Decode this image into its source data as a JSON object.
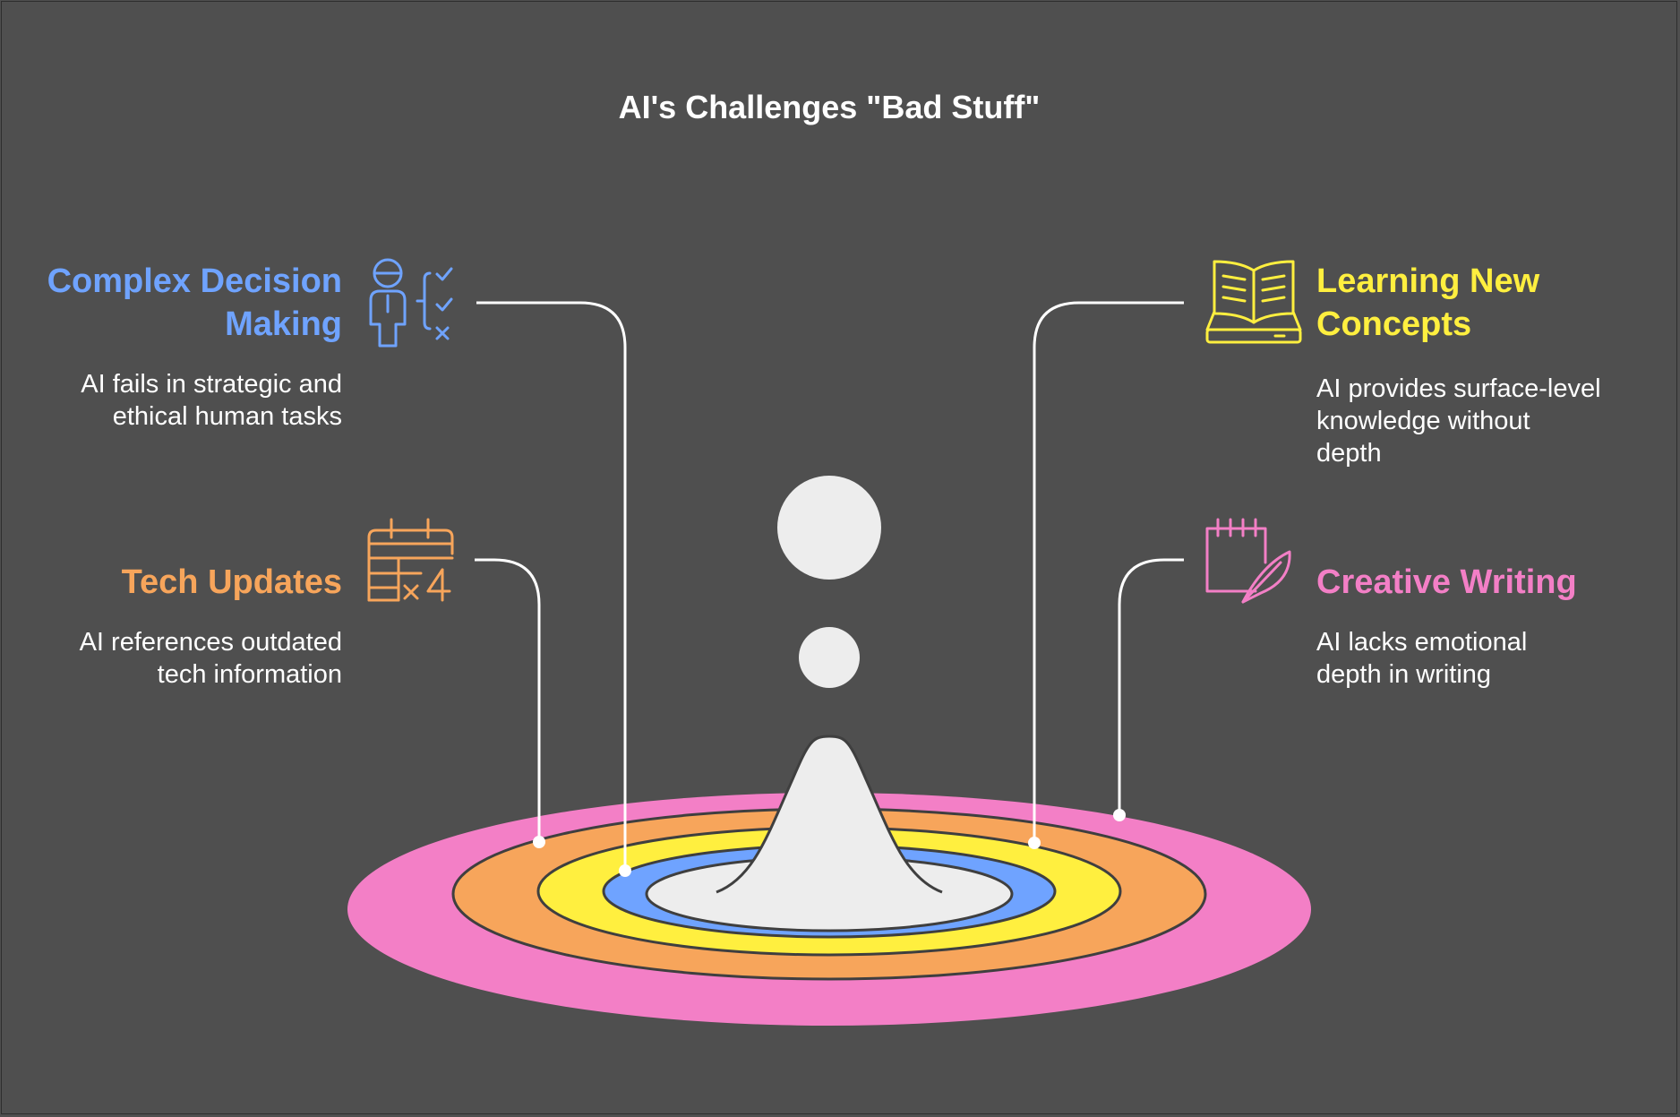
{
  "title": "AI's Challenges \"Bad Stuff\"",
  "colors": {
    "background": "#4f4f4f",
    "blue": "#6fa3ff",
    "yellow": "#ffef3f",
    "orange": "#f7a55b",
    "pink": "#f37fc6",
    "center": "#ededed",
    "line": "#ffffff"
  },
  "items": [
    {
      "key": "complex",
      "heading": "Complex Decision Making",
      "heading_lines": [
        "Complex Decision",
        "Making"
      ],
      "desc_lines": [
        "AI fails in strategic and",
        "ethical human tasks"
      ],
      "icon": "person-checklist-icon",
      "color": "#6fa3ff"
    },
    {
      "key": "learning",
      "heading": "Learning New Concepts",
      "heading_lines": [
        "Learning New",
        "Concepts"
      ],
      "desc_lines": [
        "AI provides surface-level",
        "knowledge without",
        "depth"
      ],
      "icon": "open-book-icon",
      "color": "#ffef3f"
    },
    {
      "key": "tech",
      "heading": "Tech Updates",
      "heading_lines": [
        "Tech Updates"
      ],
      "desc_lines": [
        "AI references outdated",
        "tech information"
      ],
      "icon": "calendar-x4-icon",
      "color": "#f7a55b"
    },
    {
      "key": "creative",
      "heading": "Creative Writing",
      "heading_lines": [
        "Creative Writing"
      ],
      "desc_lines": [
        "AI lacks emotional",
        "depth in writing"
      ],
      "icon": "notepad-quill-icon",
      "color": "#f37fc6"
    }
  ]
}
